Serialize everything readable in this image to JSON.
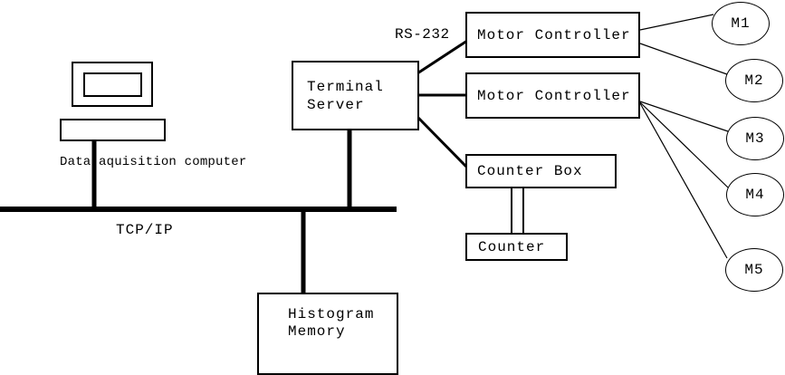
{
  "diagram": {
    "background_color": "#ffffff",
    "line_color": "#000000"
  },
  "labels": {
    "computer_caption": "Data aquisition computer",
    "bus": "TCP/IP",
    "serial_link": "RS-232"
  },
  "nodes": {
    "terminal_server": {
      "line1": "Terminal",
      "line2": "Server"
    },
    "motor_controller_1": {
      "label": "Motor Controller"
    },
    "motor_controller_2": {
      "label": "Motor Controller"
    },
    "counter_box": {
      "label": "Counter Box"
    },
    "counter": {
      "label": "Counter"
    },
    "histogram_memory": {
      "line1": "Histogram",
      "line2": "Memory"
    },
    "motors": [
      {
        "label": "M1"
      },
      {
        "label": "M2"
      },
      {
        "label": "M3"
      },
      {
        "label": "M4"
      },
      {
        "label": "M5"
      }
    ]
  }
}
